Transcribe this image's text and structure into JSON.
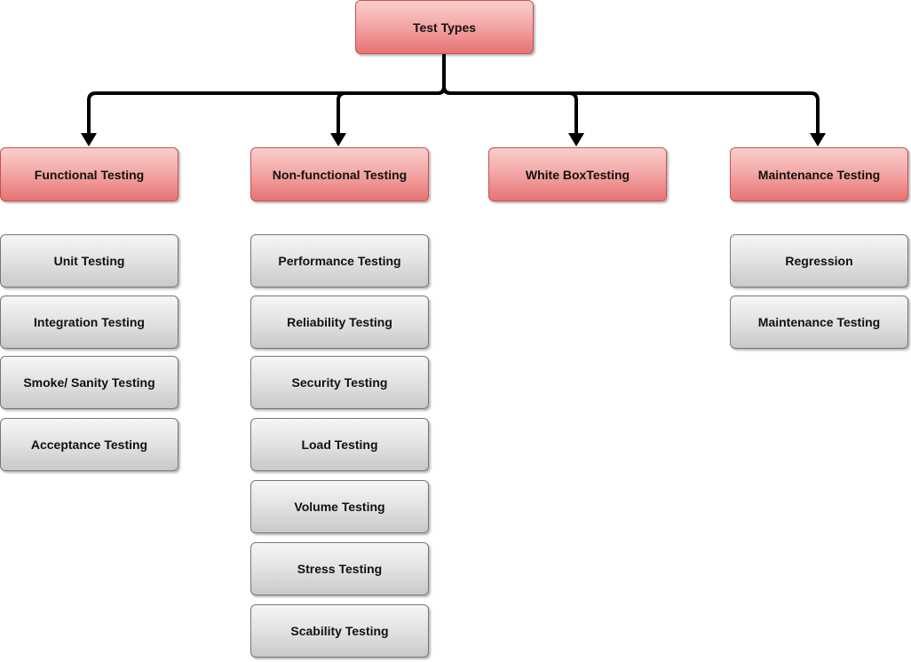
{
  "root": {
    "label": "Test Types"
  },
  "categories": [
    {
      "label": "Functional Testing",
      "items": [
        "Unit Testing",
        "Integration Testing",
        "Smoke/ Sanity Testing",
        "Acceptance Testing"
      ]
    },
    {
      "label": "Non-functional Testing",
      "items": [
        "Performance Testing",
        "Reliability Testing",
        "Security Testing",
        "Load Testing",
        "Volume Testing",
        "Stress Testing",
        "Scability Testing"
      ]
    },
    {
      "label": "White BoxTesting",
      "items": []
    },
    {
      "label": "Maintenance Testing",
      "items": [
        "Regression",
        "Maintenance Testing"
      ]
    }
  ],
  "colors": {
    "category_fill": "#f4a9a9",
    "category_border": "#c95050",
    "item_fill": "#e2e2e2",
    "item_border": "#777777",
    "connector": "#000000"
  }
}
